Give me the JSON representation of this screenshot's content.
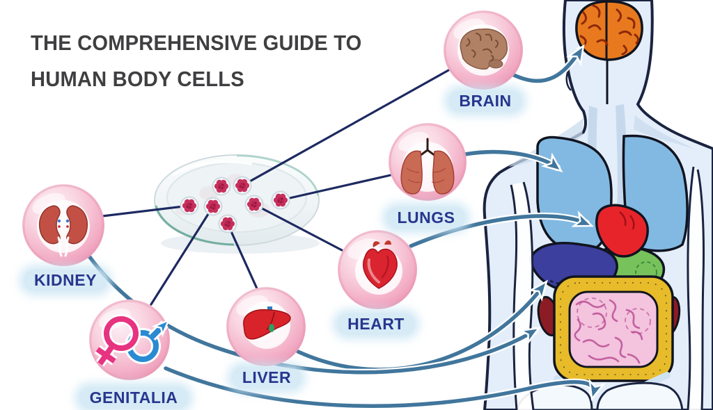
{
  "title": {
    "line1": "THE COMPREHENSIVE GUIDE TO",
    "line2": "HUMAN BODY CELLS"
  },
  "organ_nodes": [
    {
      "id": "brain",
      "label": "BRAIN",
      "icon": "brain-icon"
    },
    {
      "id": "lungs",
      "label": "LUNGS",
      "icon": "lungs-icon"
    },
    {
      "id": "heart",
      "label": "HEART",
      "icon": "heart-icon"
    },
    {
      "id": "liver",
      "label": "LIVER",
      "icon": "liver-icon"
    },
    {
      "id": "kidney",
      "label": "KIDNEY",
      "icon": "kidney-icon"
    },
    {
      "id": "genitalia",
      "label": "GENITALIA",
      "icon": "male-female-symbols-icon"
    }
  ],
  "petri_dish": {
    "cell_count": 7
  },
  "body_illustration": {
    "highlighted_organs": [
      "brain",
      "lungs",
      "heart",
      "liver",
      "stomach",
      "colon",
      "small-intestine",
      "kidneys"
    ]
  },
  "colors": {
    "title_text": "#3f3f41",
    "label_text": "#28368e",
    "label_pill": "#cae5f4",
    "connector_line": "#1d2960",
    "arrow": "#41769c",
    "circle_pink": "#f3aec6",
    "cell_red": "#c6305c",
    "body_fill": "#e4eefa",
    "body_outline": "#1a2440",
    "organ_brain": "#e8791f",
    "organ_lungs": "#82b9e2",
    "organ_heart": "#e8242b",
    "organ_liver": "#3d3f9e",
    "organ_stomach": "#77c25b",
    "organ_colon": "#e7bb2a",
    "organ_intestine": "#f4c3de",
    "organ_kidney_flank": "#8c1c24"
  }
}
